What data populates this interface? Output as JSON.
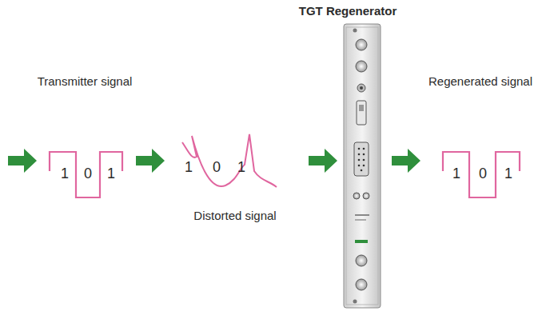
{
  "diagram": {
    "labels": [
      "TGT Regenerator",
      "Transmitter signal",
      "1",
      "0",
      "1",
      "1",
      "0",
      "1",
      "Distorted signal",
      "Regenerated signal",
      "1",
      "0",
      "1"
    ]
  }
}
